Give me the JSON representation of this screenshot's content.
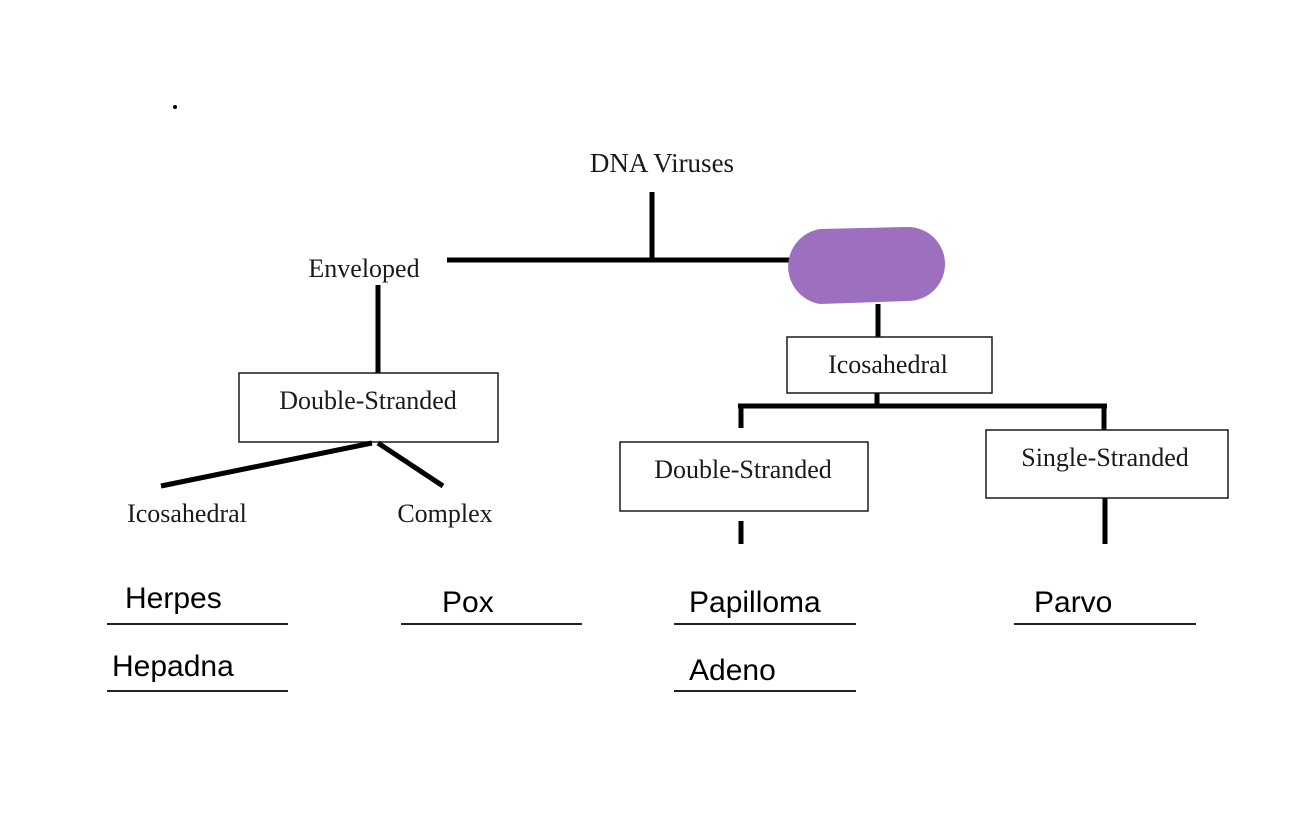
{
  "colors": {
    "hidden_node_fill": "#9c6fbf",
    "line": "#000000"
  },
  "diagram": {
    "root": {
      "label": "DNA Viruses"
    },
    "branches": [
      {
        "label": "Enveloped",
        "children": [
          {
            "label": "Double-Stranded",
            "children": [
              {
                "label": "Icosahedral",
                "answers": [
                  "Herpes",
                  "Hepadna"
                ]
              },
              {
                "label": "Complex",
                "answers": [
                  "Pox"
                ]
              }
            ]
          }
        ]
      },
      {
        "label": "",
        "hidden": true,
        "children": [
          {
            "label": "Icosahedral",
            "children": [
              {
                "label": "Double-Stranded",
                "answers": [
                  "Papilloma",
                  "Adeno"
                ]
              },
              {
                "label": "Single-Stranded",
                "answers": [
                  "Parvo"
                ]
              }
            ]
          }
        ]
      }
    ]
  },
  "labels": {
    "root": "DNA Viruses",
    "enveloped": "Enveloped",
    "left_double_stranded": "Double-Stranded",
    "left_icosahedral": "Icosahedral",
    "left_complex": "Complex",
    "right_icosahedral": "Icosahedral",
    "right_double_stranded": "Double-Stranded",
    "right_single_stranded": "Single-Stranded"
  },
  "answers": {
    "herpes": "Herpes",
    "hepadna": "Hepadna",
    "pox": "Pox",
    "papilloma": "Papilloma",
    "adeno": "Adeno",
    "parvo": "Parvo"
  }
}
